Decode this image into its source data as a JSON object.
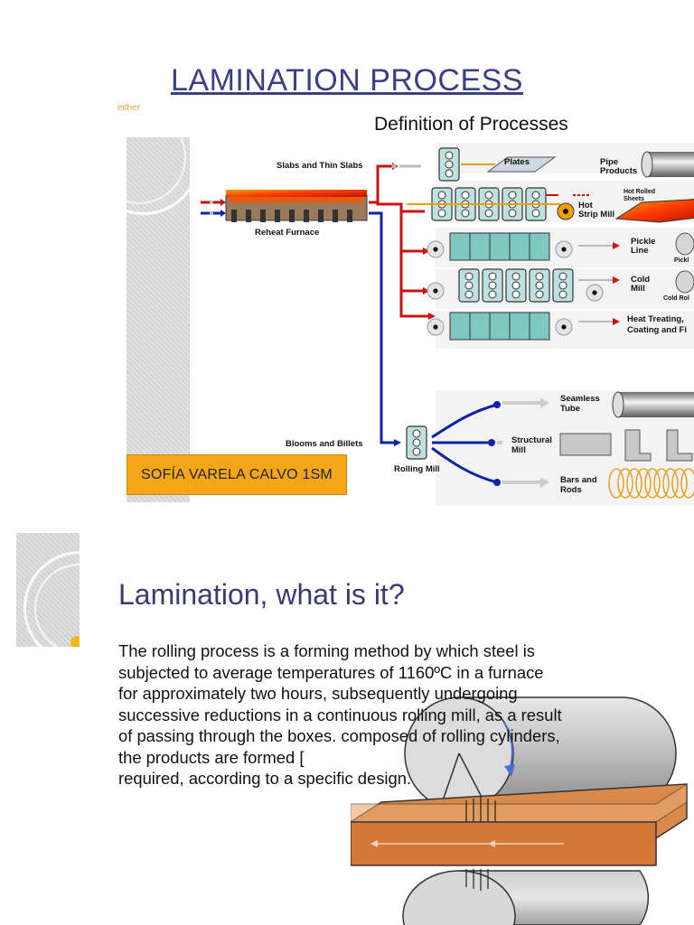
{
  "slide1": {
    "title": "LAMINATION PROCESS",
    "note": "either",
    "subtitle": "Definition of Processes",
    "author": "SOFÍA VARELA CALVO 1SM",
    "diagram": {
      "slabs": "Slabs and Thin Slabs",
      "reheat": "Reheat Furnace",
      "plates": "Plates",
      "pipe_products": [
        "Pipe",
        "Products"
      ],
      "hot_rolled_sheets": [
        "Hot Rolled",
        "Sheets"
      ],
      "hot_strip_mill": [
        "Hot",
        "Strip Mill"
      ],
      "pickle_line": [
        "Pickle",
        "Line"
      ],
      "pickle_short": "Pickl",
      "cold_mill": [
        "Cold",
        "Mill"
      ],
      "cold_roll_short": "Cold Rol",
      "heat_treating": [
        "Heat Treating,",
        "Coating and Fi"
      ],
      "blooms": "Blooms and Billets",
      "rolling_mill": "Rolling Mill",
      "seamless_tube": [
        "Seamless",
        "Tube"
      ],
      "structural_mill": [
        "Structural",
        "Mill"
      ],
      "bars_rods": [
        "Bars and",
        "Rods"
      ]
    }
  },
  "slide2": {
    "heading": "Lamination, what is it?",
    "paragraph_lines": [
      "The rolling process is a forming method by which steel is",
      "subjected to average temperatures of 1160ºC in a furnace",
      "for approximately two hours, subsequently undergoing",
      "successive reductions in a continuous rolling mill, as a result",
      "of passing through the boxes. composed of rolling cylinders,",
      "the products are formed [",
      "required, according to a specific design."
    ]
  },
  "colors": {
    "title": "#3b3f86",
    "heading": "#3a3a74",
    "name_box": "#f2a618",
    "red_line": "#cc1111",
    "blue_line": "#1122aa"
  }
}
